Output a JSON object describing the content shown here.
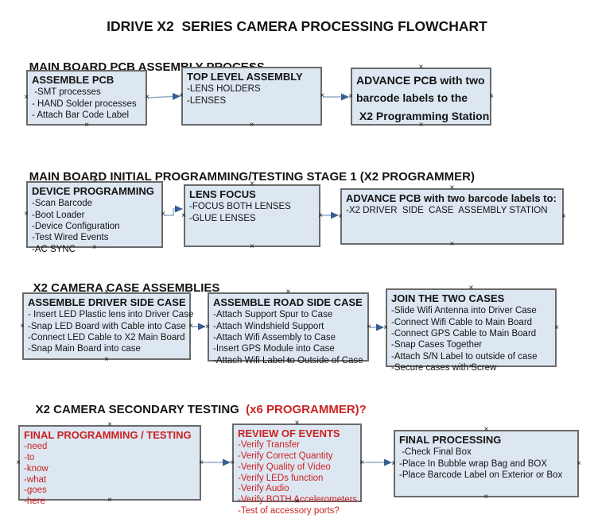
{
  "title": "IDRIVE X2  SERIES CAMERA PROCESSING FLOWCHART",
  "handle_glyph": "×",
  "colors": {
    "box_fill": "#dde7f2",
    "box_border": "#6a6a6a",
    "arrow_line": "#94aac8",
    "arrow_head": "#365f91",
    "red": "#cc2222",
    "text": "#141414"
  },
  "sections": [
    {
      "heading": "MAIN BOARD PCB ASSEMBLY PROCESS",
      "heading_suffix": "",
      "boxes": [
        {
          "title": "ASSEMBLE PCB",
          "items": [
            " -SMT processes",
            "- HAND Solder processes",
            "- Attach Bar Code Label"
          ]
        },
        {
          "title": "TOP LEVEL ASSEMBLY",
          "items": [
            "-LENS HOLDERS",
            "-LENSES"
          ]
        },
        {
          "title": "ADVANCE PCB with two\nbarcode labels to the\n X2 Programming Station",
          "items": []
        }
      ]
    },
    {
      "heading": "MAIN BOARD INITIAL PROGRAMMING/TESTING STAGE 1 (X2 PROGRAMMER)",
      "heading_suffix": "",
      "boxes": [
        {
          "title": "DEVICE PROGRAMMING",
          "items": [
            "-Scan Barcode",
            "-Boot Loader",
            "-Device Configuration",
            "-Test Wired Events",
            "-AC SYNC"
          ]
        },
        {
          "title": "LENS FOCUS",
          "items": [
            "-FOCUS BOTH LENSES",
            "-GLUE LENSES"
          ]
        },
        {
          "title": "ADVANCE PCB with two barcode labels to:",
          "items": [
            "-X2 DRIVER  SIDE  CASE  ASSEMBLY STATION"
          ]
        }
      ]
    },
    {
      "heading": "X2 CAMERA CASE ASSEMBLIES",
      "heading_suffix": "",
      "boxes": [
        {
          "title": "ASSEMBLE DRIVER SIDE CASE",
          "items": [
            "- Insert LED Plastic lens into Driver Case",
            "-Snap LED Board with Cable into Case",
            "-Connect LED Cable to X2 Main Board",
            "-Snap Main Board into case"
          ]
        },
        {
          "title": "ASSEMBLE ROAD SIDE CASE",
          "items": [
            "-Attach Support Spur to Case",
            "-Attach Windshield Support",
            "-Attach Wifi Assembly to Case",
            "-Insert GPS Module into Case",
            "-Attach Wifi Label to Outside of Case"
          ]
        },
        {
          "title": "JOIN THE TWO CASES",
          "items": [
            "-Slide Wifi Antenna into Driver Case",
            "-Connect Wifi Cable to Main Board",
            "-Connect GPS Cable to Main Board",
            "-Snap Cases Together",
            "-Attach S/N Label to outside of case",
            "-Secure cases with Screw"
          ]
        }
      ]
    },
    {
      "heading": "X2 CAMERA SECONDARY TESTING",
      "heading_suffix": "  (x6 PROGRAMMER)?",
      "boxes": [
        {
          "title": "FINAL PROGRAMMING / TESTING",
          "items": [
            "-need",
            "-to",
            "-know",
            "-what",
            "-goes",
            "-here"
          ]
        },
        {
          "title": "REVIEW OF EVENTS",
          "items": [
            "-Verify Transfer",
            "-Verify Correct Quantity",
            "-Verify Quality of Video",
            "-Verify LEDs function",
            "-Verify Audio",
            "-Verify BOTH Accelerometers",
            "-Test of accessory ports?"
          ]
        },
        {
          "title": "FINAL PROCESSING",
          "items": [
            " -Check Final Box",
            "-Place In Bubble wrap Bag and BOX",
            "-Place Barcode Label on Exterior or Box"
          ]
        }
      ]
    }
  ]
}
